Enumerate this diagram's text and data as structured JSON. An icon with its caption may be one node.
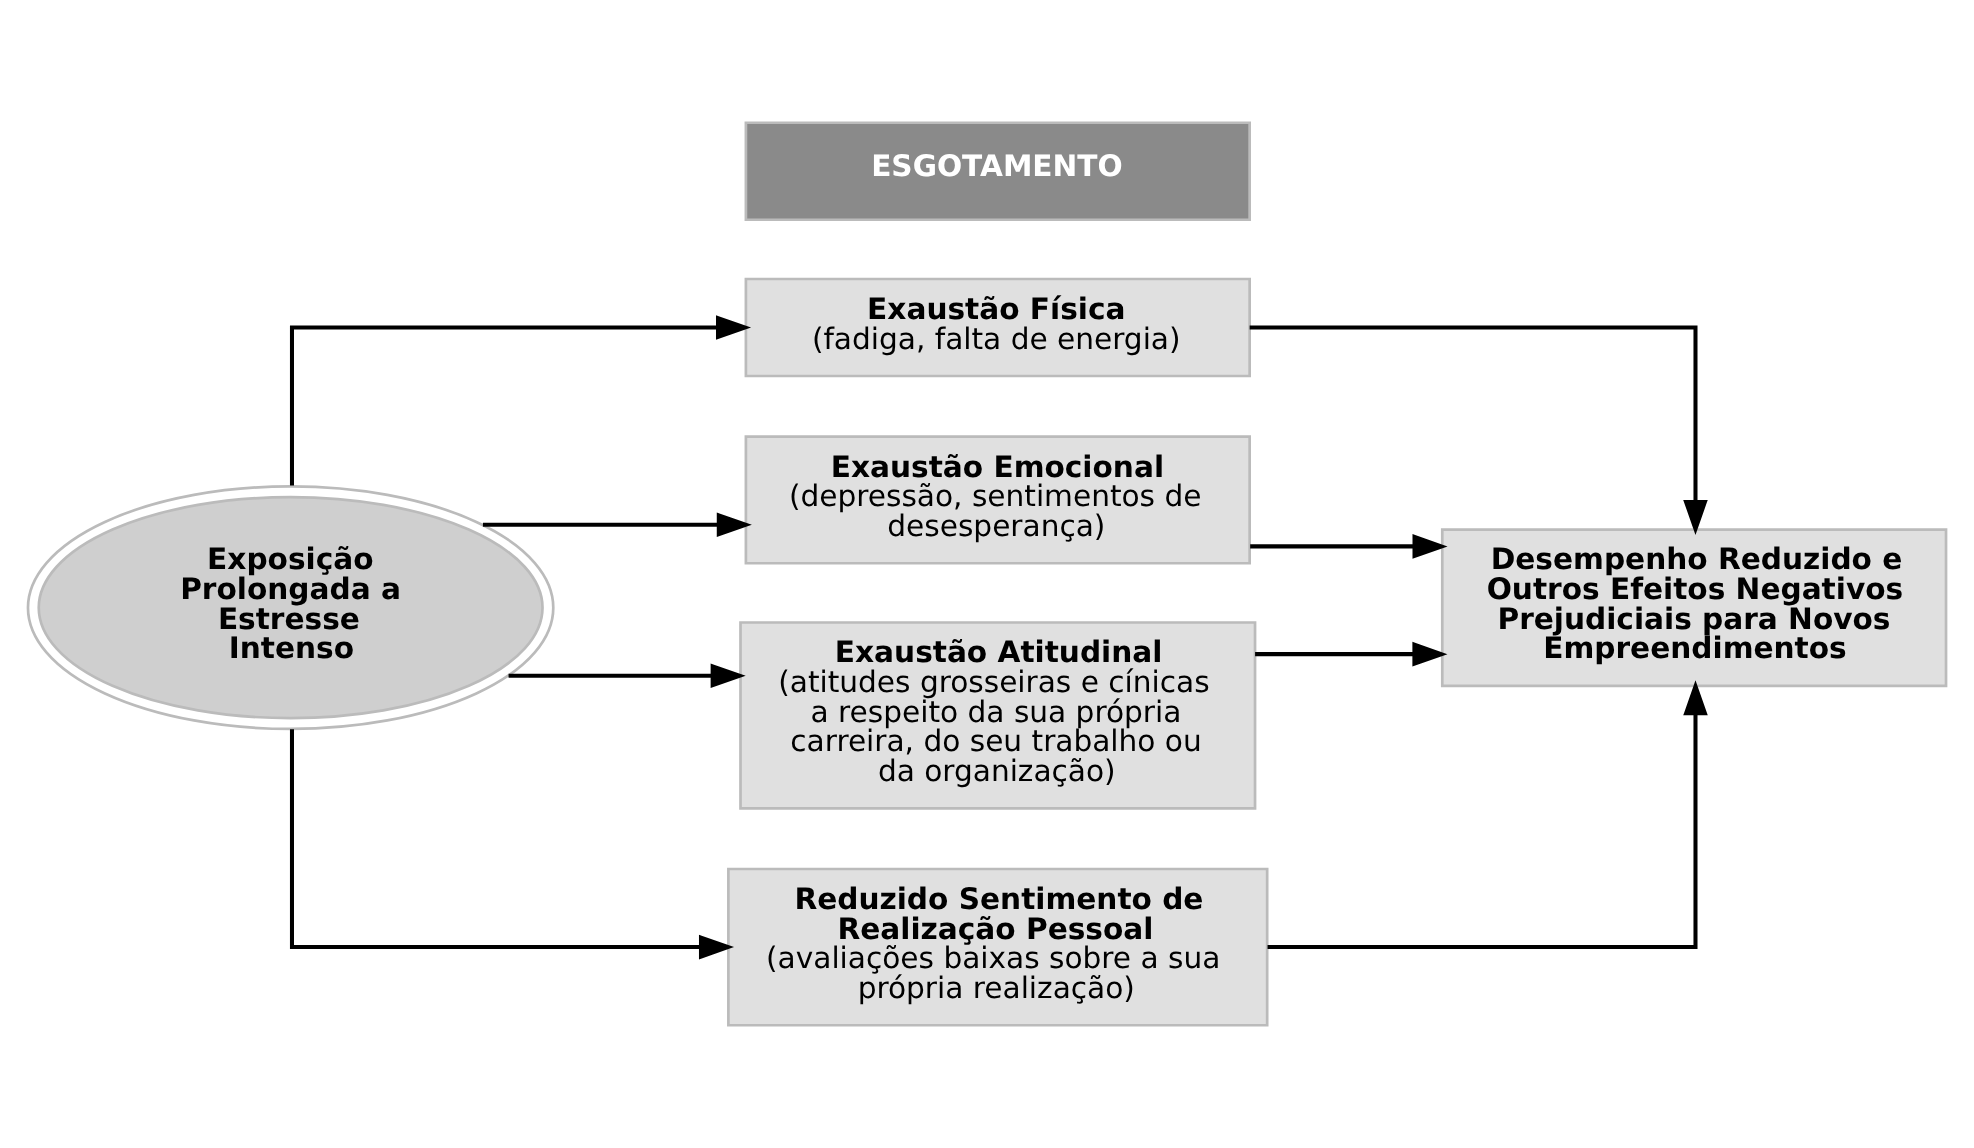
{
  "diagram": {
    "nodes": [
      {
        "text": [
          "Exposição Prolongada a Estresse Intenso"
        ]
      },
      {
        "text": [
          "ESGOTAMENTO"
        ]
      },
      {
        "text": [
          "Exaustão Física",
          "(fadiga, falta de energia)"
        ]
      },
      {
        "text": [
          "Exaustão Emocional",
          "(depressão, sentimentos de desesperança)"
        ]
      },
      {
        "text": [
          "Exaustão Atitudinal",
          "(atitudes grosseiras e cínicas a respeito da sua própria carreira, do seu trabalho ou da organização)"
        ]
      },
      {
        "text": [
          "Reduzido Sentimento de Realização Pessoal",
          "(avaliações baixas sobre a sua própria realização)"
        ]
      },
      {
        "text": [
          "Desempenho Reduzido e Outros Efeitos Negativos Prejudiciais para Novos Empreendimentos"
        ]
      }
    ],
    "edges": [
      {
        "from": 0,
        "to": 2,
        "arrow": "to"
      },
      {
        "from": 0,
        "to": 3,
        "arrow": "to"
      },
      {
        "from": 0,
        "to": 4,
        "arrow": "to"
      },
      {
        "from": 0,
        "to": 5,
        "arrow": "to"
      },
      {
        "from": 2,
        "to": 6,
        "arrow": "to"
      },
      {
        "from": 3,
        "to": 6,
        "arrow": "to"
      },
      {
        "from": 4,
        "to": 6,
        "arrow": "to"
      },
      {
        "from": 5,
        "to": 6,
        "arrow": "to"
      }
    ]
  }
}
